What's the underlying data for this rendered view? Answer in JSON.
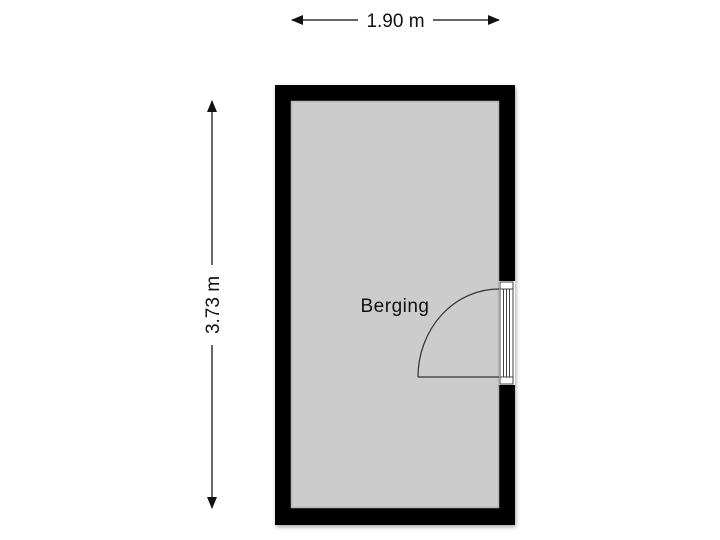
{
  "floorplan": {
    "dimensions": {
      "width": {
        "label": "1.90 m"
      },
      "height": {
        "label": "3.73 m"
      }
    },
    "rooms": [
      {
        "name": "Berging"
      }
    ],
    "colors": {
      "wall": "#000000",
      "floor": "#cccccc",
      "dimension_line": "#333333",
      "door_line": "#444444",
      "background": "#ffffff"
    }
  }
}
